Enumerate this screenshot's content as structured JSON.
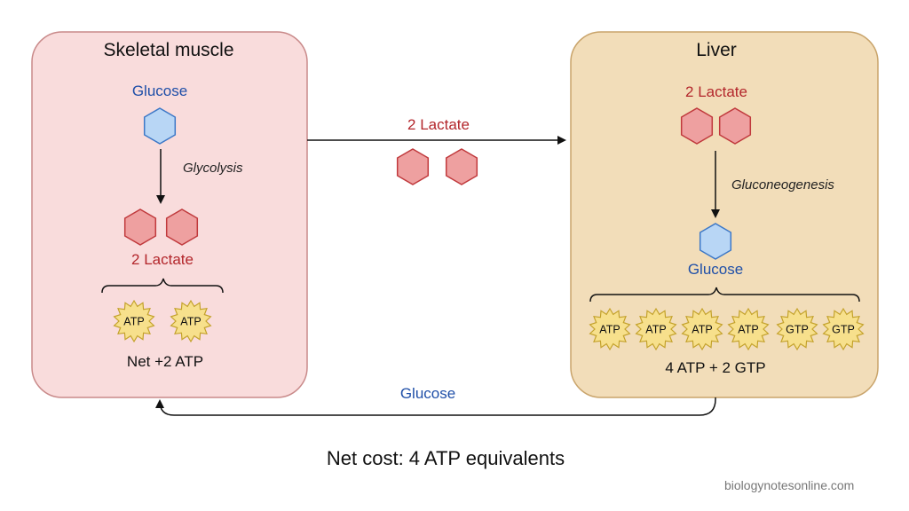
{
  "muscle": {
    "title": "Skeletal muscle",
    "input_label": "Glucose",
    "pathway": "Glycolysis",
    "product_label": "2 Lactate",
    "energy": [
      "ATP",
      "ATP"
    ],
    "net": "Net +2 ATP"
  },
  "transport": {
    "to_liver": "2 Lactate",
    "to_muscle": "Glucose"
  },
  "liver": {
    "title": "Liver",
    "input_label": "2 Lactate",
    "pathway": "Gluconeogenesis",
    "product_label": "Glucose",
    "energy": [
      "ATP",
      "ATP",
      "ATP",
      "ATP",
      "GTP",
      "GTP"
    ],
    "cost": "4 ATP + 2 GTP"
  },
  "footer": "Net cost: 4 ATP equivalents",
  "watermark": "biologynotesonline.com",
  "colors": {
    "muscle_fill": "#f9dcdc",
    "muscle_stroke": "#c98a8a",
    "liver_fill": "#f2ddb9",
    "liver_stroke": "#c9a46b",
    "glucose_fill": "#b8d6f5",
    "glucose_stroke": "#3d78c7",
    "lactate_fill": "#eea0a0",
    "lactate_stroke": "#c0393c",
    "atp_fill": "#f7e08c",
    "atp_stroke": "#c4a22c"
  }
}
